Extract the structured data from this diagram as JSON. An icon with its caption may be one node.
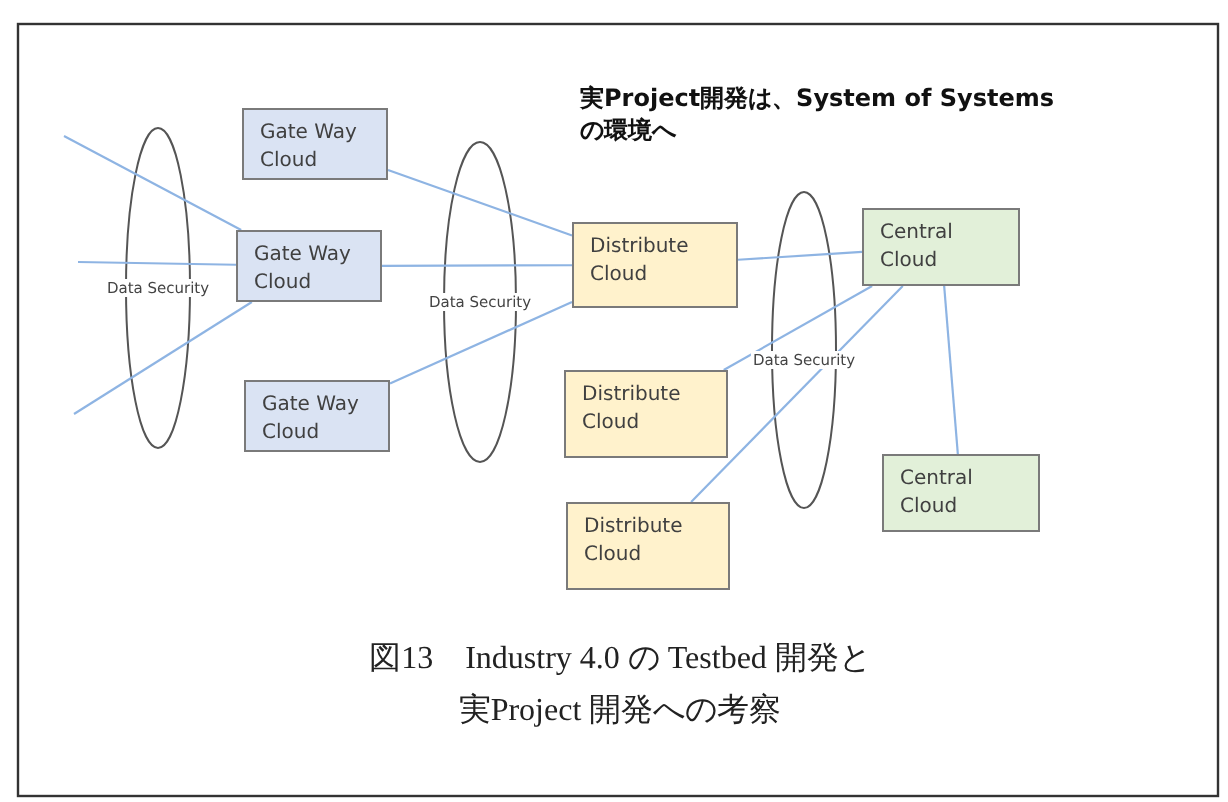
{
  "diagram": {
    "title": "実Project開発は、System of Systems の環境へ",
    "caption": "図13　Industry 4.0 の Testbed 開発と実Project 開発への考察",
    "nodes": [
      {
        "text": [
          "Gate Way Cloud"
        ]
      },
      {
        "text": [
          "Gate Way Cloud"
        ]
      },
      {
        "text": [
          "Gate Way Cloud"
        ]
      },
      {
        "text": [
          "Distribute Cloud"
        ]
      },
      {
        "text": [
          "Central Cloud"
        ]
      },
      {
        "text": [
          "Distribute Cloud"
        ]
      },
      {
        "text": [
          "Distribute Cloud"
        ]
      },
      {
        "text": [
          "Central Cloud"
        ]
      }
    ],
    "edges": [
      {
        "from": null,
        "to": 1,
        "arrow": "none"
      },
      {
        "from": null,
        "to": 1,
        "arrow": "none"
      },
      {
        "from": null,
        "to": 1,
        "arrow": "none"
      },
      {
        "from": 0,
        "to": 3,
        "arrow": "none"
      },
      {
        "from": 1,
        "to": 3,
        "arrow": "none"
      },
      {
        "from": 2,
        "to": 3,
        "arrow": "none"
      },
      {
        "from": 3,
        "to": 4,
        "arrow": "none"
      },
      {
        "from": 5,
        "to": 4,
        "arrow": "none"
      },
      {
        "from": 6,
        "to": 4,
        "arrow": "none"
      },
      {
        "from": 4,
        "to": 7,
        "arrow": "none"
      }
    ],
    "labels": [
      "Data Security",
      "Data Security",
      "Data Security"
    ]
  }
}
